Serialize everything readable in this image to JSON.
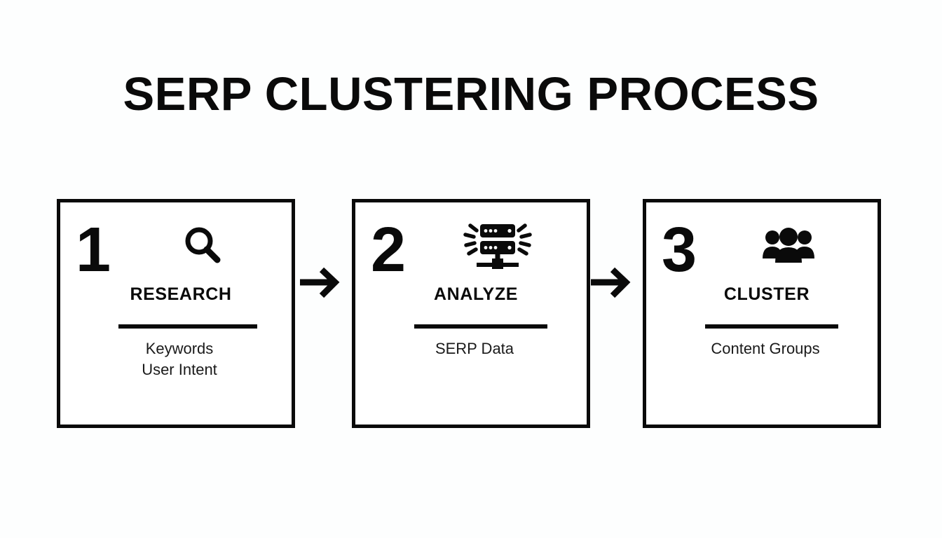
{
  "page": {
    "title": "SERP CLUSTERING PROCESS",
    "background_color": "#fdfefe",
    "ink_color": "#0a0a0a"
  },
  "flow": {
    "steps": [
      {
        "number": "1",
        "icon": "magnifier-icon",
        "title": "RESEARCH",
        "details": [
          "Keywords",
          "User Intent"
        ]
      },
      {
        "number": "2",
        "icon": "server-rack-icon",
        "title": "ANALYZE",
        "details": [
          "SERP Data"
        ]
      },
      {
        "number": "3",
        "icon": "people-group-icon",
        "title": "CLUSTER",
        "details": [
          "Content Groups"
        ]
      }
    ],
    "connectors": [
      {
        "icon": "arrow-right-icon",
        "from": "1",
        "to": "2"
      },
      {
        "icon": "arrow-right-icon",
        "from": "2",
        "to": "3"
      }
    ]
  }
}
